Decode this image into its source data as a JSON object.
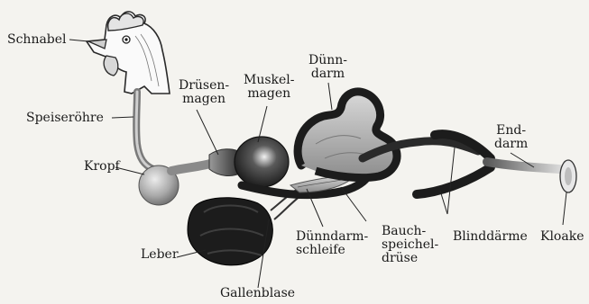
{
  "diagram": {
    "labels": {
      "schnabel": "Schnabel",
      "speiseroehre": "Speiseröhre",
      "kropf": "Kropf",
      "druesenmagen": [
        "Drüsen-",
        "magen"
      ],
      "muskelmagen": [
        "Muskel-",
        "magen"
      ],
      "duenndarm": [
        "Dünn-",
        "darm"
      ],
      "enddarm": [
        "End-",
        "darm"
      ],
      "leber": "Leber",
      "gallenblase": "Gallenblase",
      "duenndarmschleife": [
        "Dünndarm-",
        "schleife"
      ],
      "bauchspeicheldruese": [
        "Bauch-",
        "speichel-",
        "drüse"
      ],
      "blinddaerme": "Blinddärme",
      "kloake": "Kloake"
    },
    "colors": {
      "organ_dark": "#1c1c1c",
      "organ_mid": "#6e6e6e",
      "organ_light": "#c9c9c9",
      "leader": "#222222",
      "paper": "#f4f3ef"
    }
  }
}
